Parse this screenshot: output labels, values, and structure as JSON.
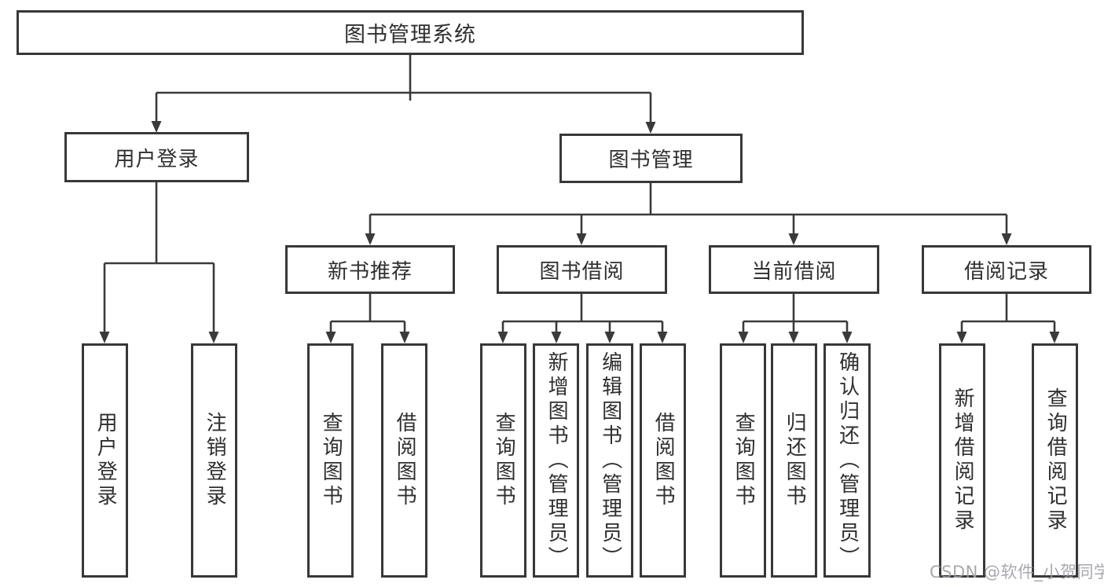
{
  "diagram_title": "图书管理系统",
  "tree": {
    "label": "图书管理系统",
    "children": [
      {
        "label": "用户登录",
        "children": [
          {
            "label": "用户登录"
          },
          {
            "label": "注销登录"
          }
        ]
      },
      {
        "label": "图书管理",
        "children": [
          {
            "label": "新书推荐",
            "children": [
              {
                "label": "查询图书"
              },
              {
                "label": "借阅图书"
              }
            ]
          },
          {
            "label": "图书借阅",
            "children": [
              {
                "label": "查询图书"
              },
              {
                "label": "新增图书（管理员）"
              },
              {
                "label": "编辑图书（管理员）"
              },
              {
                "label": "借阅图书"
              }
            ]
          },
          {
            "label": "当前借阅",
            "children": [
              {
                "label": "查询图书"
              },
              {
                "label": "归还图书"
              },
              {
                "label": "确认归还（管理员）"
              }
            ]
          },
          {
            "label": "借阅记录",
            "children": [
              {
                "label": "新增借阅记录"
              },
              {
                "label": "查询借阅记录"
              }
            ]
          }
        ]
      }
    ]
  },
  "watermark": {
    "text": "CSDN @软件_小贺同学"
  },
  "colors": {
    "line": "#3a3a3a",
    "box_border": "#383838",
    "box_fill": "#ffffff",
    "text": "#2f2f2f",
    "watermark": "#9e9ea6",
    "background": "#ffffff"
  }
}
